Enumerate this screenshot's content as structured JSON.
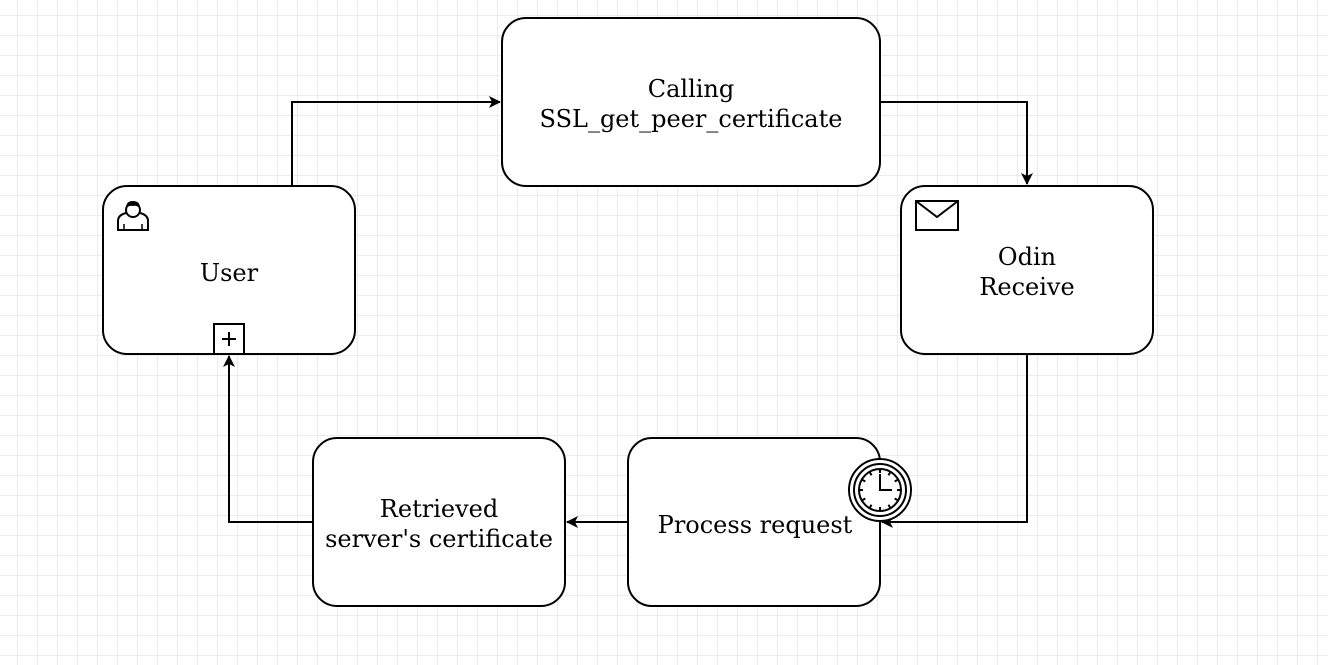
{
  "diagram": {
    "nodes": {
      "calling": {
        "line1": "Calling",
        "line2": "SSL_get_peer_certificate"
      },
      "odin": {
        "line1": "Odin",
        "line2": "Receive"
      },
      "user": {
        "label": "User"
      },
      "process": {
        "label": "Process request"
      },
      "retrieved": {
        "line1": "Retrieved",
        "line2": "server's certificate"
      }
    },
    "icons": {
      "user_task": "user-icon",
      "receive_task": "envelope-icon",
      "subprocess": "plus-square-icon",
      "timer_event": "clock-icon"
    },
    "colors": {
      "stroke": "#000000",
      "fill": "#ffffff",
      "grid": "#ececec"
    }
  }
}
